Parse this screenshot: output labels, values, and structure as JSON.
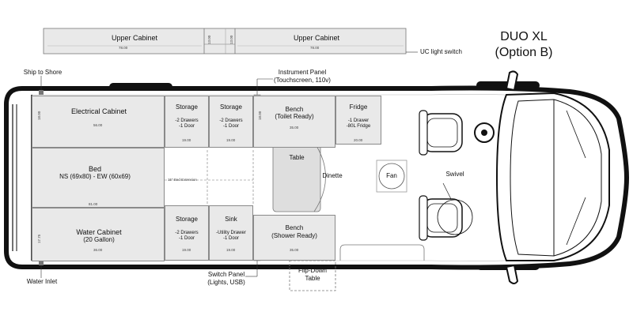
{
  "title": {
    "line1": "DUO XL",
    "line2": "(Option B)"
  },
  "upper_cabinets": {
    "left": {
      "label": "Upper Cabinet",
      "dim": "78.00"
    },
    "right": {
      "label": "Upper Cabinet",
      "dim": "78.00"
    },
    "gap_left_dim": "13.00",
    "gap_right_dim": "13.00"
  },
  "callouts": {
    "uc_light_switch": "UC light switch",
    "ship_to_shore": "Ship to Shore",
    "instrument_panel_line1": "Instrument Panel",
    "instrument_panel_line2": "(Touchscreen, 110v)",
    "water_inlet": "Water Inlet",
    "switch_panel_line1": "Switch Panel",
    "switch_panel_line2": "(Lights, USB)",
    "flip_down_line1": "Flip-Down",
    "flip_down_line2": "Table"
  },
  "modules": {
    "electrical_cabinet": {
      "label": "Electrical Cabinet",
      "dim_w": "56.00",
      "dim_h": "18.00"
    },
    "storage_1": {
      "title": "Storage",
      "line1": "-2 Drawers",
      "line2": "-1 Door",
      "dim": "19.00"
    },
    "storage_2": {
      "title": "Storage",
      "line1": "-2 Drawers",
      "line2": "-1 Door",
      "dim": "19.00"
    },
    "bench_toilet": {
      "line1": "Bench",
      "line2": "(Toilet Ready)",
      "dim_w": "35.00",
      "dim_h": "18.00"
    },
    "fridge": {
      "title": "Fridge",
      "line1": "-1 Drawer",
      "line2": "-80L Fridge",
      "dim": "20.00"
    },
    "bed": {
      "title": "Bed",
      "line1": "NS (69x80) - EW (60x69)",
      "dim": "81.00"
    },
    "bed_extension": "15\" Bed Extension",
    "table": {
      "label": "Table"
    },
    "dinette": {
      "label": "Dinette"
    },
    "fan": {
      "label": "Fan"
    },
    "swivel": {
      "label": "Swivel"
    },
    "water_cabinet": {
      "line1": "Water Cabinet",
      "line2": "(20 Gallon)",
      "dim_w": "36.00",
      "dim_h": "17.75"
    },
    "storage_3": {
      "title": "Storage",
      "line1": "-2 Drawers",
      "line2": "-1 Door",
      "dim": "19.00"
    },
    "sink": {
      "title": "Sink",
      "line1": "-Utility Drawer",
      "line2": "-1 Door",
      "dim": "19.00"
    },
    "bench_shower": {
      "line1": "Bench",
      "line2": "(Shower Ready)",
      "dim": "35.00"
    }
  }
}
